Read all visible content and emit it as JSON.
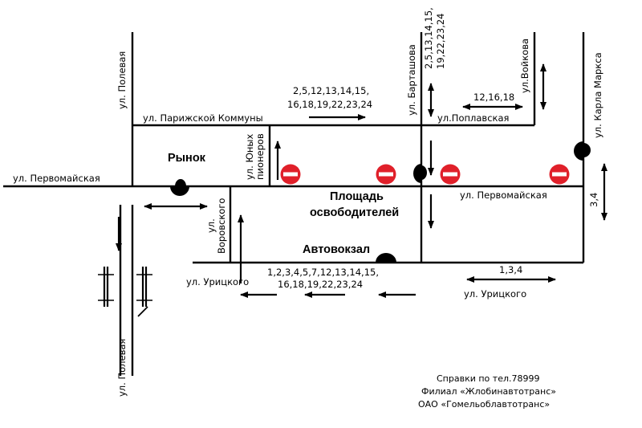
{
  "colors": {
    "line": "#000000",
    "no_entry": "#e0202a",
    "background": "#ffffff"
  },
  "streets": {
    "poleva_top": "ул. Полевая",
    "poleva_bottom": "ул. Полевая",
    "parizhskoy_kommuny": "ул. Парижской Коммуны",
    "pervomayskaya_left": "ул. Первомайская",
    "pervomayskaya_right": "ул. Первомайская",
    "yunykh_pionerov_1": "ул. Юных",
    "yunykh_pionerov_2": "пионеров",
    "vorovskogo_1": "ул.",
    "vorovskogo_2": "Воровского",
    "uritskogo_left": "ул. Урицкого",
    "uritskogo_right": "ул. Урицкого",
    "bartashova": "ул. Барташова",
    "poplavskaya": "ул.Поплавская",
    "voykova": "ул.Войкова",
    "karla_marksa": "ул. Карла Маркса"
  },
  "places": {
    "rynok": "Рынок",
    "ploshchad_1": "Площадь",
    "ploshchad_2": "освободителей",
    "avtovokzal": "Автовокзал"
  },
  "routes": {
    "parizhskoy_1": "2,5,12,13,14,15,",
    "parizhskoy_2": "16,18,19,22,23,24",
    "bartashova_1": "2,5,13,14,15,",
    "bartashova_2": "19,22,23,24",
    "poplavskaya": "12,16,18",
    "karla_marksa": "3,4",
    "uritskogo_1": "1,2,3,4,5,7,12,13,14,15,",
    "uritskogo_2": "16,18,19,22,23,24",
    "uritskogo_right": "1,3,4"
  },
  "footer": {
    "line1": "Справки по тел.78999",
    "line2": "Филиал «Жлобинавтотранс»",
    "line3": "ОАО «Гомельоблавтотранс»"
  }
}
